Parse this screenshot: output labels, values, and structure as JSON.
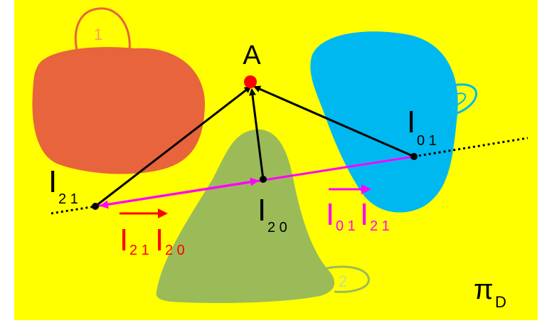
{
  "colors": {
    "background": "#ffff00",
    "frame": "#ffffff",
    "blob1": "#e8643c",
    "blob1_outline": "#e8643c",
    "blob2": "#9bbb59",
    "blob2_outline": "#9bbb59",
    "blob0": "#00b8f0",
    "blob0_outline": "#00b8f0",
    "rays": "#000000",
    "point_A": "#ff0000",
    "vec_red": "#ff0000",
    "vec_magenta": "#ff00ff",
    "label_black": "#000000"
  },
  "labels": {
    "point_A": "A",
    "view1_tag": "1",
    "view2_tag": "2",
    "plane": {
      "main": "π",
      "sub": "D"
    },
    "I21": {
      "main": "I",
      "sub": "2 1"
    },
    "I20": {
      "main": "I",
      "sub": "2 0"
    },
    "I01": {
      "main": "I",
      "sub": "0 1"
    },
    "vec_red": {
      "a": "I",
      "a_sub": "2 1",
      "b": "I",
      "b_sub": "2 0"
    },
    "vec_magenta": {
      "a": "I",
      "a_sub": "0 1",
      "b": "I",
      "b_sub": "2 1"
    }
  }
}
